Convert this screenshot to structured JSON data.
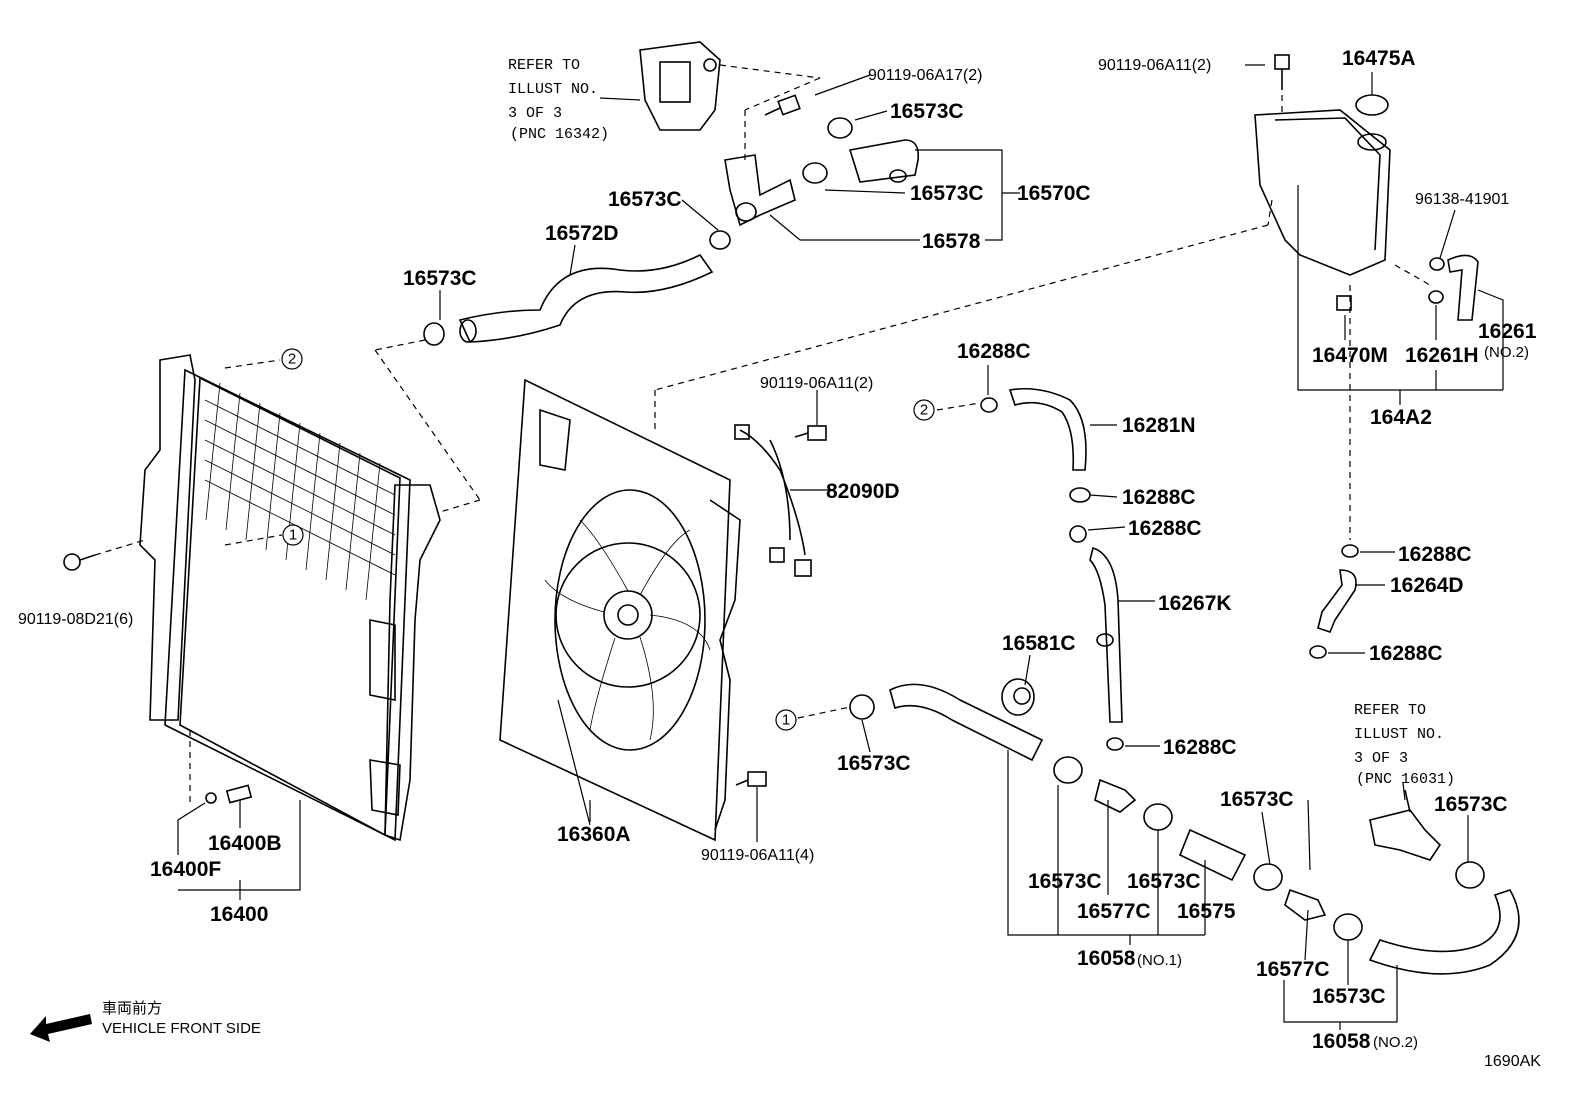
{
  "labels": {
    "l_90119_06A17": "90119-06A17(2)",
    "l_16573C_a": "16573C",
    "l_16573C_b": "16573C",
    "l_16570C": "16570C",
    "l_16573C_c": "16573C",
    "l_16578": "16578",
    "l_16572D": "16572D",
    "l_16573C_d": "16573C",
    "l_90119_06A11_top": "90119-06A11(2)",
    "l_16475A": "16475A",
    "l_96138": "96138-41901",
    "l_16261": "16261",
    "l_16261_no2": "(NO.2)",
    "l_16470M": "16470M",
    "l_16261H": "16261H",
    "l_164A2": "164A2",
    "l_16288C_a": "16288C",
    "l_16281N": "16281N",
    "l_16288C_b": "16288C",
    "l_16288C_c": "16288C",
    "l_16267K": "16267K",
    "l_90119_06A11_mid": "90119-06A11(2)",
    "l_82090D": "82090D",
    "l_16288C_d": "16288C",
    "l_16264D": "16264D",
    "l_16288C_e": "16288C",
    "l_90119_08D21": "90119-08D21(6)",
    "l_16581C": "16581C",
    "l_16573C_e": "16573C",
    "l_16288C_f": "16288C",
    "l_16400B": "16400B",
    "l_16400F": "16400F",
    "l_16400": "16400",
    "l_16360A": "16360A",
    "l_90119_06A11_bot": "90119-06A11(4)",
    "l_16573C_f": "16573C",
    "l_16573C_g": "16573C",
    "l_16577C_a": "16577C",
    "l_16575": "16575",
    "l_16058_1": "16058",
    "l_16058_1_no": "(NO.1)",
    "l_16573C_h": "16573C",
    "l_16573C_i": "16573C",
    "l_16577C_b": "16577C",
    "l_16573C_j": "16573C",
    "l_16058_2": "16058",
    "l_16058_2_no": "(NO.2)",
    "l_diagram_code": "1690AK"
  },
  "notes": {
    "refer_top": [
      "REFER TO",
      "ILLUST NO.",
      "3 OF 3",
      "(PNC 16342)"
    ],
    "refer_bottom": [
      "REFER TO",
      "ILLUST NO.",
      "3 OF 3",
      "(PNC 16031)"
    ]
  },
  "front_indicator": {
    "jp": "車両前方",
    "en": "VEHICLE FRONT SIDE"
  },
  "ref_markers": {
    "m1": "1",
    "m2": "2",
    "m3": "1",
    "m4": "2"
  }
}
